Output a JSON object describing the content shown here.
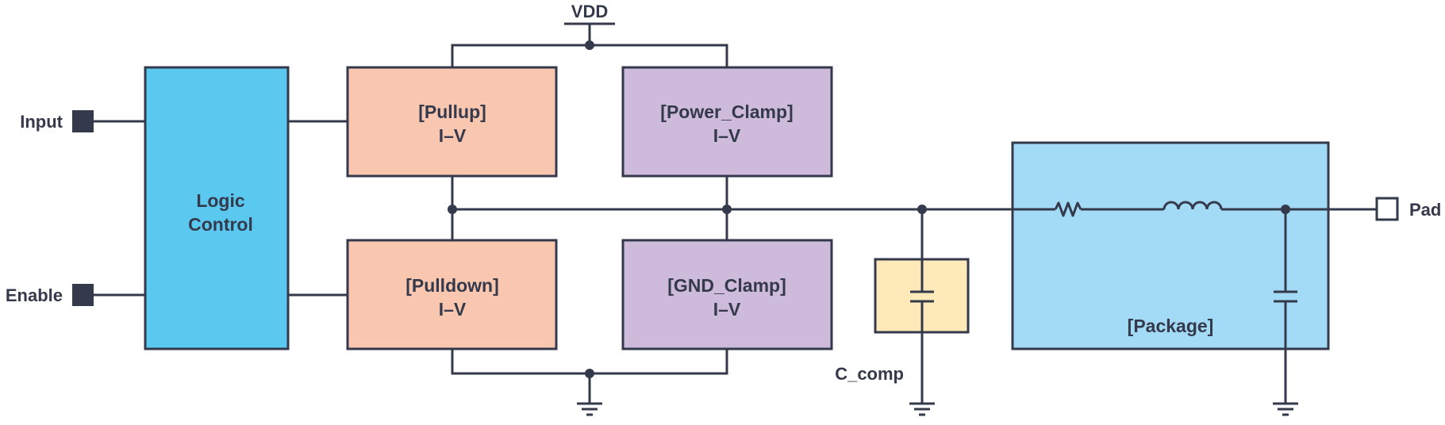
{
  "colors": {
    "wire": "#343a4b",
    "logic_fill": "#5bc8f0",
    "driver_fill": "#f9c7b0",
    "clamp_fill": "#cebadb",
    "ccomp_fill": "#feeab8",
    "package_fill": "#a3daf5",
    "terminal_fill": "#343a4b",
    "pad_fill": "#ffffff"
  },
  "labels": {
    "vdd": "VDD",
    "input": "Input",
    "enable": "Enable",
    "pad": "Pad",
    "c_comp": "C_comp"
  },
  "blocks": {
    "logic": {
      "line1": "Logic",
      "line2": "Control"
    },
    "pullup": {
      "line1": "[Pullup]",
      "line2": "I–V"
    },
    "power_clamp": {
      "line1": "[Power_Clamp]",
      "line2": "I–V"
    },
    "pulldown": {
      "line1": "[Pulldown]",
      "line2": "I–V"
    },
    "gnd_clamp": {
      "line1": "[GND_Clamp]",
      "line2": "I–V"
    },
    "package": {
      "label": "[Package]"
    }
  },
  "icons": [
    "vdd-supply-icon",
    "ground-icon",
    "resistor-icon",
    "inductor-icon",
    "capacitor-icon",
    "input-terminal-icon",
    "enable-terminal-icon",
    "pad-terminal-icon"
  ]
}
